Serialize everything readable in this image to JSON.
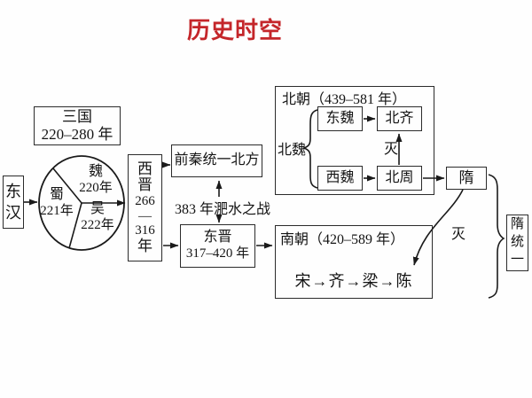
{
  "title": {
    "text": "历史时空",
    "color": "#c4262a"
  },
  "ink_color": "#1a1a1a",
  "nodes": {
    "donghan": {
      "lines": [
        "东",
        "汉"
      ]
    },
    "sanguo": {
      "lines": [
        "三国",
        "220–280 年"
      ]
    },
    "pie": {
      "wei": {
        "name": "魏",
        "year": "220年"
      },
      "shu": {
        "name": "蜀",
        "year": "221年"
      },
      "wu": {
        "name": "吴",
        "year": "222年"
      }
    },
    "xijin": {
      "lines": [
        "西",
        "晋",
        "266",
        "—",
        "316",
        "年"
      ]
    },
    "qianqin": {
      "label": "前秦统一北方"
    },
    "feishui": {
      "label": "383 年淝水之战"
    },
    "dongjin": {
      "lines": [
        "东晋",
        "317–420 年"
      ]
    },
    "beichao": {
      "header": "北朝（439–581 年）",
      "beiwei": "北魏",
      "dongwei": "东魏",
      "beiqi": "北齐",
      "xiwei": "西魏",
      "beizhou": "北周",
      "mie": "灭"
    },
    "sui": {
      "label": "隋"
    },
    "nanchao": {
      "header": "南朝（420–589 年）",
      "sequence": "宋→齐→梁→陈"
    },
    "mie_south": "灭",
    "suitongyi": {
      "lines": [
        "隋",
        "统",
        "一"
      ]
    }
  }
}
